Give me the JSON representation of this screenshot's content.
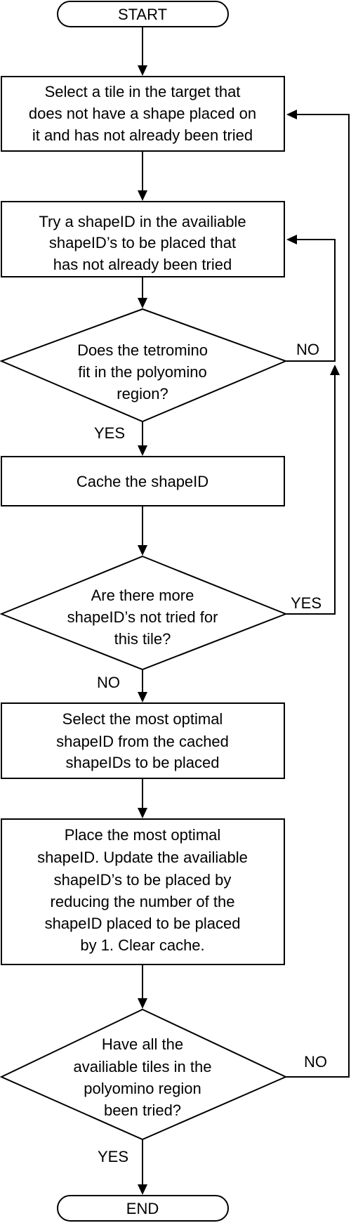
{
  "flowchart": {
    "nodes": {
      "start": {
        "lines": [
          "START"
        ]
      },
      "select_tile": {
        "lines": [
          "Select a tile in the target that",
          "does not have a shape placed on",
          "it and has not already been tried"
        ]
      },
      "try_shape": {
        "lines": [
          "Try a shapeID in the availiable",
          "shapeID’s to be placed that",
          "has not already been tried"
        ]
      },
      "fits": {
        "lines": [
          "Does the tetromino",
          "fit in the polyomino",
          "region?"
        ]
      },
      "cache": {
        "lines": [
          "Cache the shapeID"
        ]
      },
      "more_shapes": {
        "lines": [
          "Are there more",
          "shapeID’s not tried for",
          "this tile?"
        ]
      },
      "select_optimal": {
        "lines": [
          "Select the most optimal",
          "shapeID from the cached",
          "shapeIDs to be placed"
        ]
      },
      "place": {
        "lines": [
          "Place the most optimal",
          "shapeID. Update the availiable",
          "shapeID’s to be placed by",
          "reducing the number of the",
          "shapeID placed to be placed",
          "by 1. Clear cache."
        ]
      },
      "all_tried": {
        "lines": [
          "Have all the",
          "availiable tiles in the",
          "polyomino region",
          "been tried?"
        ]
      },
      "end": {
        "lines": [
          "END"
        ]
      }
    },
    "edge_labels": {
      "fits_yes": "YES",
      "fits_no": "NO",
      "more_yes": "YES",
      "more_no": "NO",
      "all_yes": "YES",
      "all_no": "NO"
    }
  }
}
